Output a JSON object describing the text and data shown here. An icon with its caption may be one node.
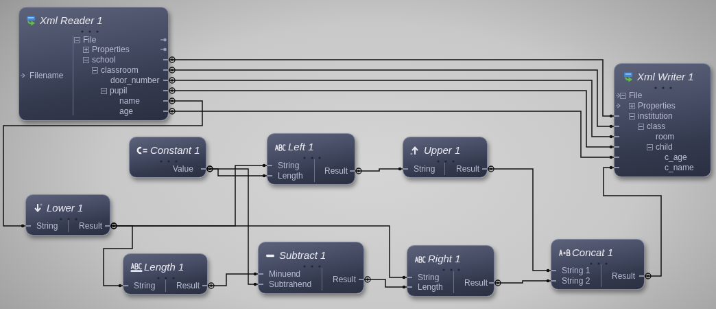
{
  "diagram": {
    "nodes": [
      {
        "text": [
          "Xml Reader 1"
        ]
      },
      {
        "text": [
          "Filename"
        ],
        "in": 0
      },
      {
        "text": [
          "File"
        ],
        "in": 0
      },
      {
        "text": [
          "Properties"
        ],
        "in": 0
      },
      {
        "text": [
          "school"
        ],
        "in": 0
      },
      {
        "text": [
          "classroom"
        ],
        "in": 0
      },
      {
        "text": [
          "door_number"
        ],
        "in": 0
      },
      {
        "text": [
          "pupil"
        ],
        "in": 0
      },
      {
        "text": [
          "name"
        ],
        "in": 0
      },
      {
        "text": [
          "age"
        ],
        "in": 0
      },
      {
        "text": [
          "Xml Writer 1"
        ]
      },
      {
        "text": [
          "File"
        ],
        "in": 10
      },
      {
        "text": [
          "Properties"
        ],
        "in": 10
      },
      {
        "text": [
          "institution"
        ],
        "in": 10
      },
      {
        "text": [
          "class"
        ],
        "in": 10
      },
      {
        "text": [
          "room"
        ],
        "in": 10
      },
      {
        "text": [
          "child"
        ],
        "in": 10
      },
      {
        "text": [
          "c_age"
        ],
        "in": 10
      },
      {
        "text": [
          "c_name"
        ],
        "in": 10
      },
      {
        "text": [
          "Constant 1"
        ]
      },
      {
        "text": [
          "Value"
        ],
        "in": 19
      },
      {
        "text": [
          "Left 1"
        ]
      },
      {
        "text": [
          "String"
        ],
        "in": 21
      },
      {
        "text": [
          "Length"
        ],
        "in": 21
      },
      {
        "text": [
          "Result"
        ],
        "in": 21
      },
      {
        "text": [
          "Upper 1"
        ]
      },
      {
        "text": [
          "String"
        ],
        "in": 25
      },
      {
        "text": [
          "Result"
        ],
        "in": 25
      },
      {
        "text": [
          "Lower 1"
        ]
      },
      {
        "text": [
          "String"
        ],
        "in": 28
      },
      {
        "text": [
          "Result"
        ],
        "in": 28
      },
      {
        "text": [
          "Length 1"
        ]
      },
      {
        "text": [
          "String"
        ],
        "in": 31
      },
      {
        "text": [
          "Result"
        ],
        "in": 31
      },
      {
        "text": [
          "Subtract 1"
        ]
      },
      {
        "text": [
          "Minuend"
        ],
        "in": 34
      },
      {
        "text": [
          "Subtrahend"
        ],
        "in": 34
      },
      {
        "text": [
          "Result"
        ],
        "in": 34
      },
      {
        "text": [
          "Right 1"
        ]
      },
      {
        "text": [
          "String"
        ],
        "in": 38
      },
      {
        "text": [
          "Length"
        ],
        "in": 38
      },
      {
        "text": [
          "Result"
        ],
        "in": 38
      },
      {
        "text": [
          "Concat 1"
        ]
      },
      {
        "text": [
          "String 1"
        ],
        "in": 42
      },
      {
        "text": [
          "String 2"
        ],
        "in": 42
      },
      {
        "text": [
          "Result"
        ],
        "in": 42
      }
    ],
    "edges": [
      {
        "from": 4,
        "to": 13,
        "arrow": "other"
      },
      {
        "from": 5,
        "to": 14,
        "arrow": "other"
      },
      {
        "from": 6,
        "to": 15,
        "arrow": "other"
      },
      {
        "from": 7,
        "to": 16,
        "arrow": "other"
      },
      {
        "from": 8,
        "to": 29,
        "arrow": "other"
      },
      {
        "from": 9,
        "to": 17,
        "arrow": "other"
      },
      {
        "from": 20,
        "to": 23,
        "arrow": "other"
      },
      {
        "from": 20,
        "to": 36,
        "arrow": "other"
      },
      {
        "from": 24,
        "to": 26,
        "arrow": "other"
      },
      {
        "from": 27,
        "to": 43,
        "arrow": "other"
      },
      {
        "from": 30,
        "to": 22,
        "arrow": "other"
      },
      {
        "from": 30,
        "to": 32,
        "arrow": "other"
      },
      {
        "from": 30,
        "to": 39,
        "arrow": "other"
      },
      {
        "from": 33,
        "to": 35,
        "arrow": "other"
      },
      {
        "from": 37,
        "to": 40,
        "arrow": "other"
      },
      {
        "from": 41,
        "to": 44,
        "arrow": "other"
      },
      {
        "from": 45,
        "to": 18,
        "arrow": "other"
      }
    ]
  }
}
